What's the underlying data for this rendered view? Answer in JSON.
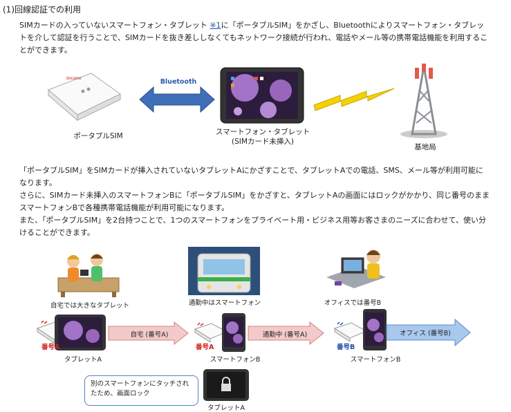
{
  "heading": "(1)回線認証での利用",
  "intro": {
    "part1": "SIMカードの入っていないスマートフォン・タブレット",
    "footnote": "※1",
    "part2": "に「ポータブルSIM」をかざし、Bluetoothによりスマートフォン・タブレットを介して認証を行うことで、SIMカードを抜き差ししなくてもネットワーク接続が行われ、電話やメール等の携帯電話機能を利用することができます。"
  },
  "diagram1": {
    "bluetooth_label": "Bluetooth",
    "device_logo": "docomo",
    "portable_sim_caption": "ポータブルSIM",
    "phone_caption_line1": "スマートフォン・タブレット",
    "phone_caption_line2": "(SIMカード未挿入)",
    "base_station_caption": "基地局"
  },
  "body": {
    "p1": "「ポータブルSIM」をSIMカードが挿入されていないタブレットAにかざすことで、タブレットAでの電話、SMS、メール等が利用可能になります。",
    "p2": "さらに、SIMカード未挿入のスマートフォンBに「ポータブルSIM」をかざすと、タブレットAの画面にはロックがかかり、同じ番号のままスマートフォンBで各種携帯電話機能が利用可能になります。",
    "p3": "また、「ポータブルSIM」を2台持つことで、1つのスマートフォンをプライベート用・ビジネス用等お客さまのニーズに合わせて、使い分けることができます。"
  },
  "scenes": {
    "home_caption": "自宅では大きなタブレット",
    "commute_caption": "通勤中はスマートフォン",
    "office_caption": "オフィスでは番号B"
  },
  "flow": {
    "arrow1": "自宅 (番号A)",
    "arrow2": "通勤中 (番号A)",
    "arrow3": "オフィス (番号B)",
    "number_a1": "番号A",
    "number_a2": "番号A",
    "number_b": "番号B",
    "tablet_a_caption": "タブレットA",
    "phone_b_caption1": "スマートフォンB",
    "phone_b_caption2": "スマートフォンB",
    "note": "別のスマートフォンにタッチされたため、画面ロック",
    "locked_tablet_caption": "タブレットA"
  },
  "colors": {
    "arrow_blue": "#3f6fb8",
    "arrow_red": "#e8b8b8",
    "arrow_office": "#8fb5e6",
    "number_red": "#d42020",
    "number_blue": "#1f4fa0"
  }
}
